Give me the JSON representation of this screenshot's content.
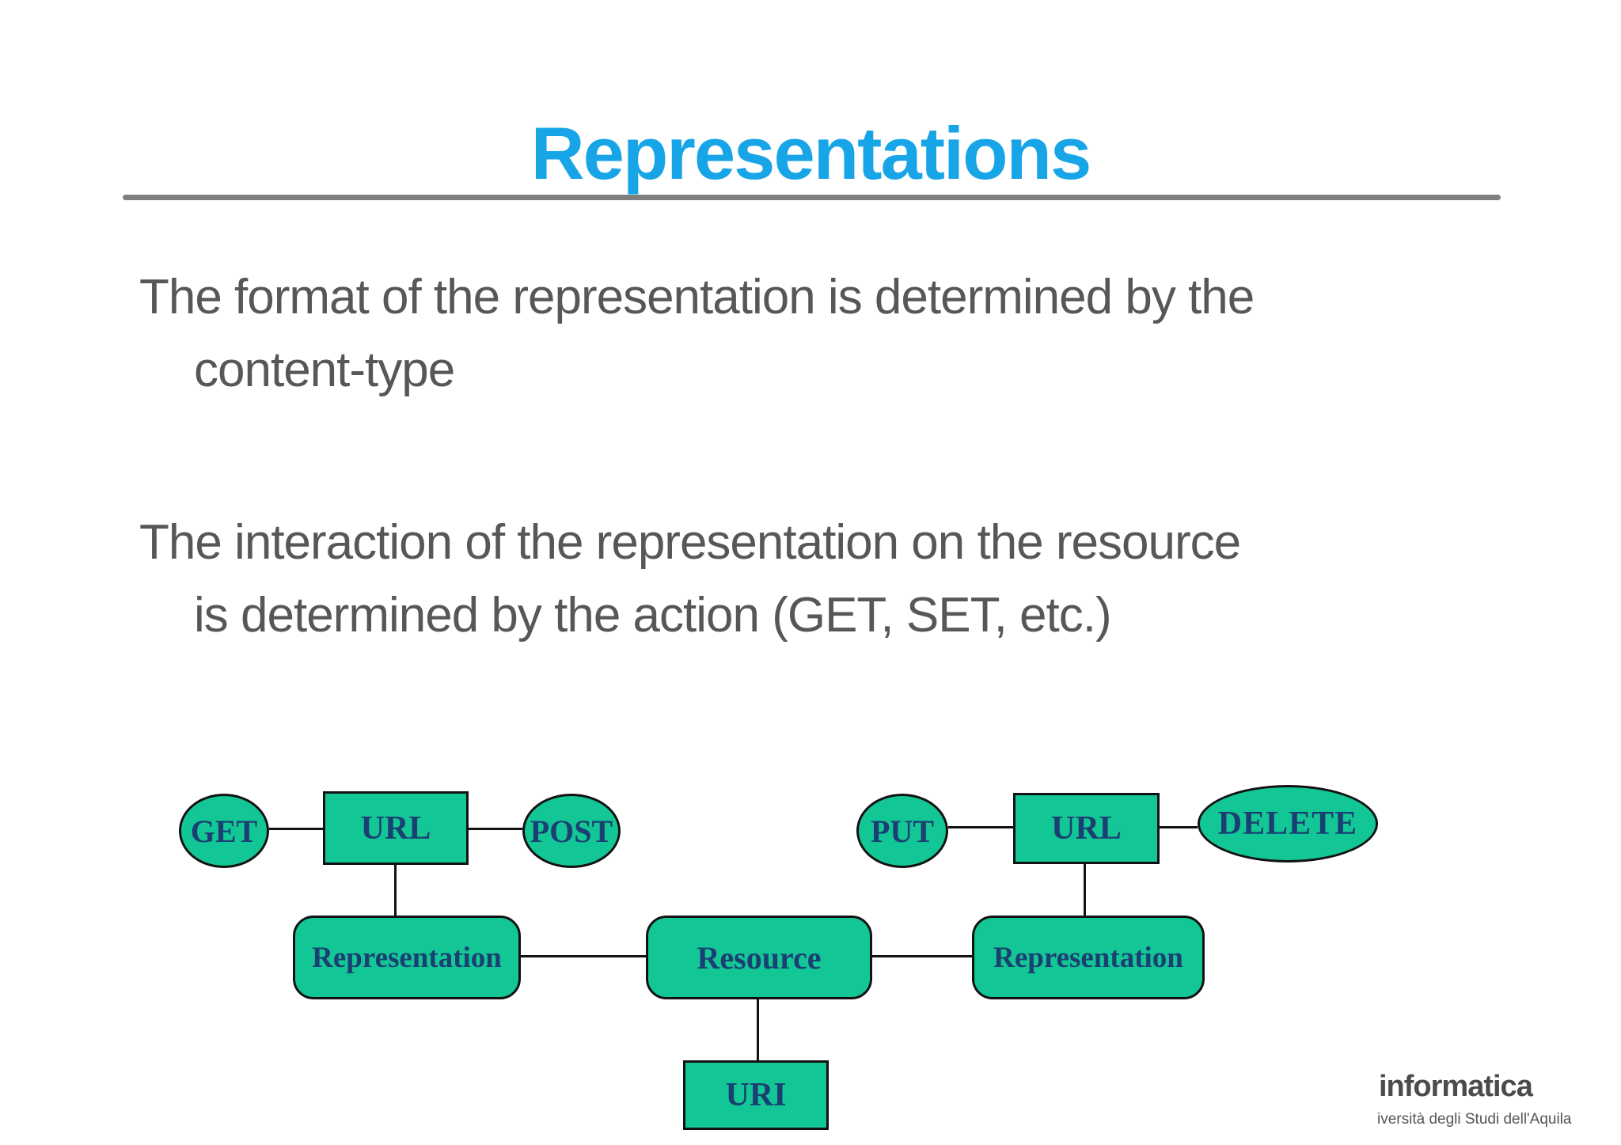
{
  "slide": {
    "title": "Representations",
    "paragraphs": [
      {
        "line1": "The format of the representation is determined by the",
        "line2": "content-type"
      },
      {
        "line1": "The interaction of the representation on the resource",
        "line2": "is determined by the action (GET, SET, etc.)"
      }
    ]
  },
  "diagram": {
    "nodes": {
      "get": "GET",
      "url_left": "URL",
      "post": "POST",
      "put": "PUT",
      "url_right": "URL",
      "delete": "DELETE",
      "representation_left": "Representation",
      "resource": "Resource",
      "representation_right": "Representation",
      "uri": "URI"
    },
    "colors": {
      "node_fill": "#12c795",
      "node_border": "#121212",
      "node_text": "#1b3f72"
    }
  },
  "footer": {
    "logo_text": "informatica",
    "logo_subtext": "iversità degli Studi dell'Aquila"
  },
  "theme": {
    "title_color": "#18a5e8",
    "body_text_color": "#57575a",
    "rule_color": "#7f7f7f"
  }
}
